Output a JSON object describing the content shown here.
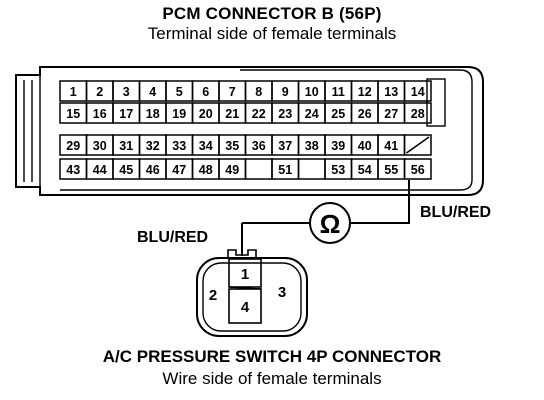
{
  "pcm_title": "PCM CONNECTOR B (56P)",
  "pcm_subtitle": "Terminal side of female terminals",
  "switch_title": "A/C PRESSURE SWITCH 4P CONNECTOR",
  "switch_subtitle": "Wire side of female terminals",
  "wire_right": "BLU/RED",
  "wire_left": "BLU/RED",
  "meter_symbol": "Ω",
  "pcm_rows": [
    [
      "1",
      "2",
      "3",
      "4",
      "5",
      "6",
      "7",
      "8",
      "9",
      "10",
      "11",
      "12",
      "13",
      "14"
    ],
    [
      "15",
      "16",
      "17",
      "18",
      "19",
      "20",
      "21",
      "22",
      "23",
      "24",
      "25",
      "26",
      "27",
      "28"
    ],
    [
      "29",
      "30",
      "31",
      "32",
      "33",
      "34",
      "35",
      "36",
      "37",
      "38",
      "39",
      "40",
      "41",
      ""
    ],
    [
      "43",
      "44",
      "45",
      "46",
      "47",
      "48",
      "49",
      "",
      "51",
      "",
      "53",
      "54",
      "55",
      "56"
    ]
  ],
  "switch_terminals": [
    "1",
    "2",
    "3",
    "4"
  ]
}
